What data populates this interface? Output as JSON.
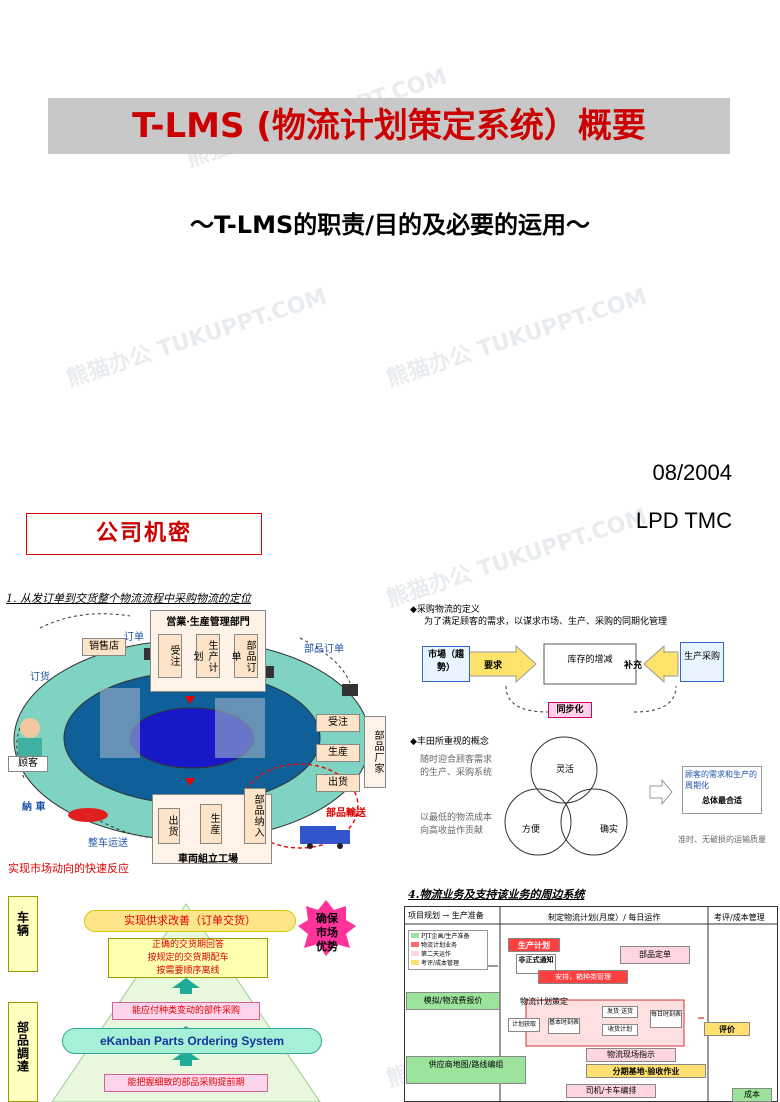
{
  "cover": {
    "title": "T-LMS (物流计划策定系统）概要",
    "subtitle": "～T-LMS的职责/目的及必要的运用～",
    "date": "08/2004",
    "org": "LPD TMC",
    "confidential": "公司机密"
  },
  "watermark": "熊猫办公 TUKUPPT.COM",
  "panel1": {
    "heading": "1. 从发订单到交货整个物流流程中采购物流的定位",
    "sales_dept": "営業·生産管理部門",
    "dept_boxes": [
      "受注",
      "生产计划",
      "部品订单"
    ],
    "dealer": "销售店",
    "order": "订单",
    "order_goods": "订货",
    "parts_order": "部品订单",
    "customer": "顾客",
    "delivery": "納 車",
    "vehicle_transport": "整车运送",
    "supplier": "部品厂家",
    "supplier_steps": [
      "受注",
      "生産",
      "出货"
    ],
    "parts_transport": "部品輸送",
    "factory": "車両組立工場",
    "factory_steps": [
      "出货",
      "生産",
      "部品纳入"
    ],
    "footer": "实现市场动向的快速反应"
  },
  "panel2": {
    "def_heading": "◆采购物流的定义",
    "def_text": "为了满足顾客的需求，以谋求市场、生产、采购的同期化管理",
    "market": "市場（趨勢）",
    "demand": "要求",
    "inventory": "库存的增减",
    "replenish": "补充",
    "production_purchase": "生产采购",
    "sync": "同步化",
    "concept_heading": "◆丰田所重视的概念",
    "concept_text1": "随时迎合顾客需求的生产、采购系统",
    "concept_text2": "以最低的物流成本向高收益作贡献",
    "circles": [
      "灵活",
      "方便",
      "确实"
    ],
    "result_text": "顾客的需求和生产的周期化",
    "result_bold": "总体最合适",
    "quality": "准时、无破损的运输质量"
  },
  "panel3": {
    "side_top": "车辆",
    "side_bottom": "部品調達",
    "goal": "实现供求改善（订单交货）",
    "goal_items": [
      "正确的交货期回答",
      "按规定的交货期配车",
      "按需要顺序离线"
    ],
    "badge": "确保市场优势",
    "mid": "能应付种类变动的部件采购",
    "system": "eKanban Parts Ordering System",
    "bottom": "能把握细致的部品采购提前期"
  },
  "panel4": {
    "heading": "4.物流业务及支持该业务的周边系统",
    "col1": "项目规划 → 生产准备",
    "col2": "制定物流计划(月度）/ 每日运作",
    "col3": "考评/成本管理",
    "legend": [
      "PJT企画/生产准备",
      "物流计划业务",
      "第二天运作",
      "考评/成本管理"
    ],
    "prod_plan": "生产计划",
    "notice": "非正式通知",
    "arrange": "安排，箱种类管理",
    "parts_order": "部品定单",
    "simulate": "模拟/物流费报价",
    "plan_make": "物流计划策定",
    "plan_steps": [
      "计划获取",
      "基本时刻表",
      "发货·送货",
      "收货计划",
      "每日时刻表"
    ],
    "eval": "评价",
    "supplier_map": "供应商地图/路线编组",
    "site_instruction": "物流现场指示",
    "base_work": "分期基地·验收作业",
    "driver": "司机/卡车编排",
    "cost": "成本"
  }
}
